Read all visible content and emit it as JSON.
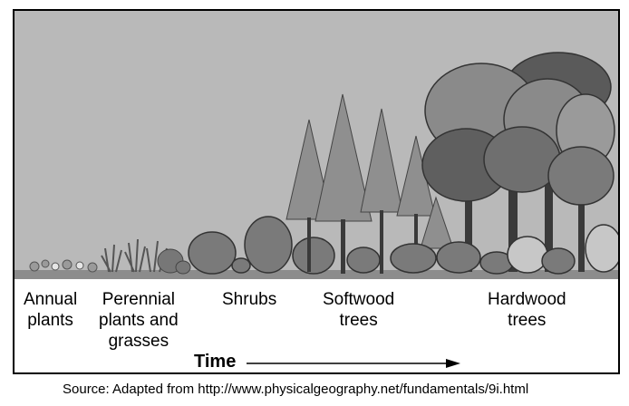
{
  "stages": [
    {
      "line1": "Annual",
      "line2": "plants",
      "line3": ""
    },
    {
      "line1": "Perennial",
      "line2": "plants and",
      "line3": "grasses"
    },
    {
      "line1": "Shrubs",
      "line2": "",
      "line3": ""
    },
    {
      "line1": "Softwood",
      "line2": "trees",
      "line3": ""
    },
    {
      "line1": "Hardwood",
      "line2": "trees",
      "line3": ""
    }
  ],
  "axis": {
    "label": "Time"
  },
  "source": "Source: Adapted from http://www.physicalgeography.net/fundamentals/9i.html",
  "colors": {
    "sky": "#b9b9b9",
    "foliage_dark": "#5a5a5a",
    "foliage_mid": "#7d7d7d",
    "trunk": "#3a3a3a",
    "ground": "#8c8c8c"
  }
}
